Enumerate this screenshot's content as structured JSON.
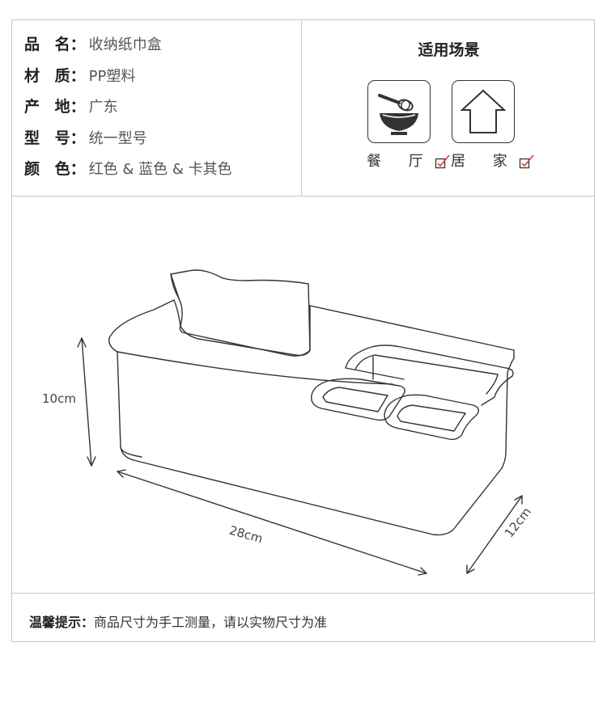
{
  "specs": [
    {
      "key": "品 名",
      "colon": "：",
      "value": "收纳纸巾盒"
    },
    {
      "key": "材 质",
      "colon": "：",
      "value": "PP塑料"
    },
    {
      "key": "产 地",
      "colon": "：",
      "value": "广东"
    },
    {
      "key": "型 号",
      "colon": "：",
      "value": "统一型号"
    },
    {
      "key": "颜 色",
      "colon": "：",
      "value": "红色 & 蓝色 & 卡其色"
    }
  ],
  "scenes": {
    "title": "适用场景",
    "items": [
      {
        "label": "餐 厅",
        "icon": "mixing-bowl-icon",
        "checked": true
      },
      {
        "label": "居 家",
        "icon": "house-icon",
        "checked": true
      }
    ],
    "check_color": "#e0302a"
  },
  "dimensions": {
    "height": "10cm",
    "length": "28cm",
    "depth": "12cm"
  },
  "note": {
    "key": "温馨提示：",
    "text": "商品尺寸为手工测量，请以实物尺寸为准"
  }
}
